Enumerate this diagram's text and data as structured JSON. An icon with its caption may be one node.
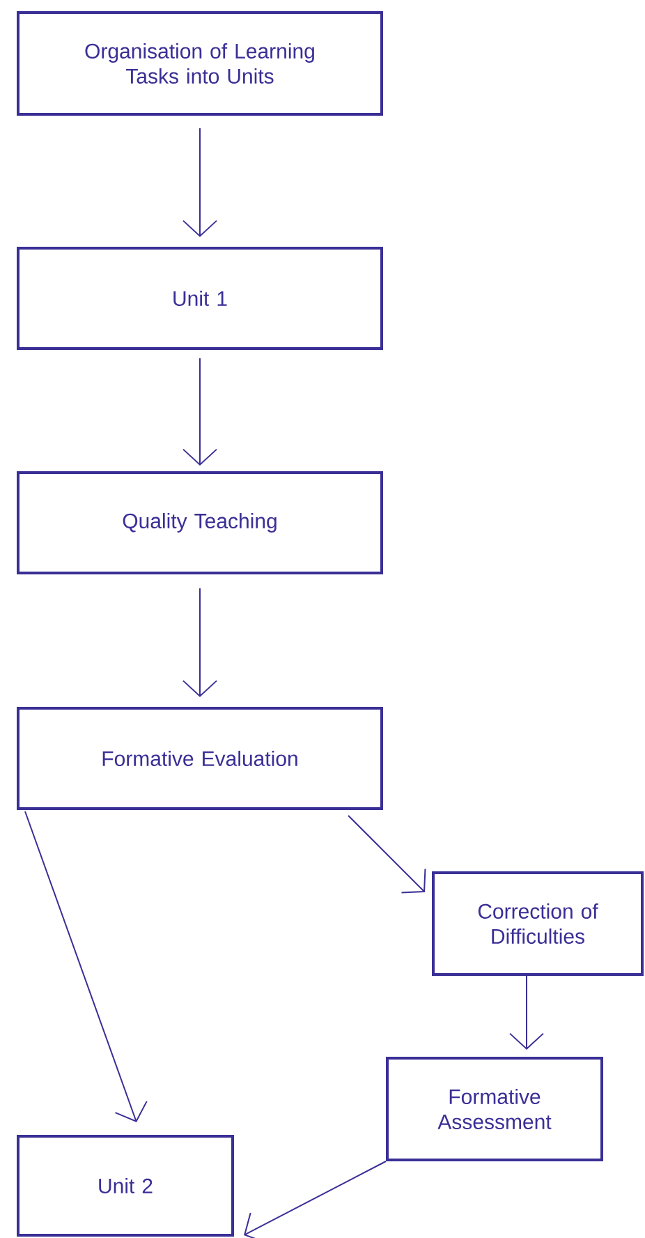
{
  "diagram": {
    "nodes": [
      {
        "text": [
          "Organisation of Learning Tasks into Units"
        ]
      },
      {
        "text": [
          "Unit 1"
        ]
      },
      {
        "text": [
          "Quality Teaching"
        ]
      },
      {
        "text": [
          "Formative Evaluation"
        ]
      },
      {
        "text": [
          "Correction of Difficulties"
        ]
      },
      {
        "text": [
          "Formative Assessment"
        ]
      },
      {
        "text": [
          "Unit 2"
        ]
      }
    ],
    "edges": [
      {
        "from": 0,
        "to": 1,
        "arrow": "to"
      },
      {
        "from": 1,
        "to": 2,
        "arrow": "to"
      },
      {
        "from": 2,
        "to": 3,
        "arrow": "to"
      },
      {
        "from": 3,
        "to": 4,
        "arrow": "to"
      },
      {
        "from": 3,
        "to": 6,
        "arrow": "to"
      },
      {
        "from": 4,
        "to": 5,
        "arrow": "to"
      },
      {
        "from": 5,
        "to": 6,
        "arrow": "to"
      }
    ]
  }
}
